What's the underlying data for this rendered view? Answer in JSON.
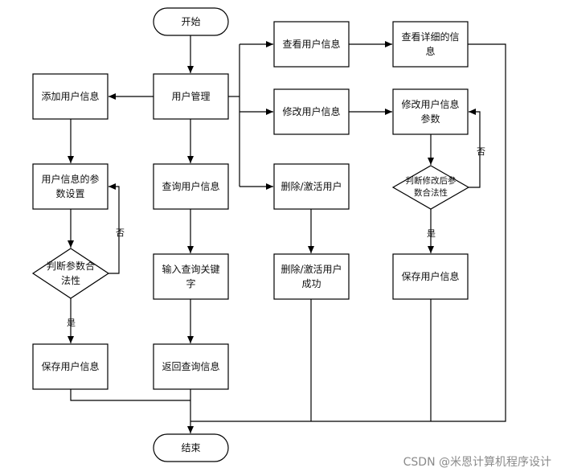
{
  "nodes": {
    "start": "开始",
    "end": "结束",
    "user_mgmt": "用户管理",
    "add_user": "添加用户信息",
    "set_params": "用户信息的参数设置",
    "check_legal_left": "判断参数合法性",
    "save_left": "保存用户信息",
    "query_user": "查询用户信息",
    "input_keyword": "输入查询关键字",
    "return_query": "返回查询信息",
    "view_user": "查看用户信息",
    "view_detail": "查看详细的信息",
    "edit_user": "修改用户信息",
    "edit_params": "修改用户信息参数",
    "check_legal_right": "判断修改后参数合法性",
    "save_right": "保存用户信息",
    "delete_activate": "删除/激活用户",
    "delete_success": "删除/激活用户成功"
  },
  "edge_labels": {
    "yes": "是",
    "no": "否"
  },
  "watermark": "CSDN @米恩计算机程序设计"
}
